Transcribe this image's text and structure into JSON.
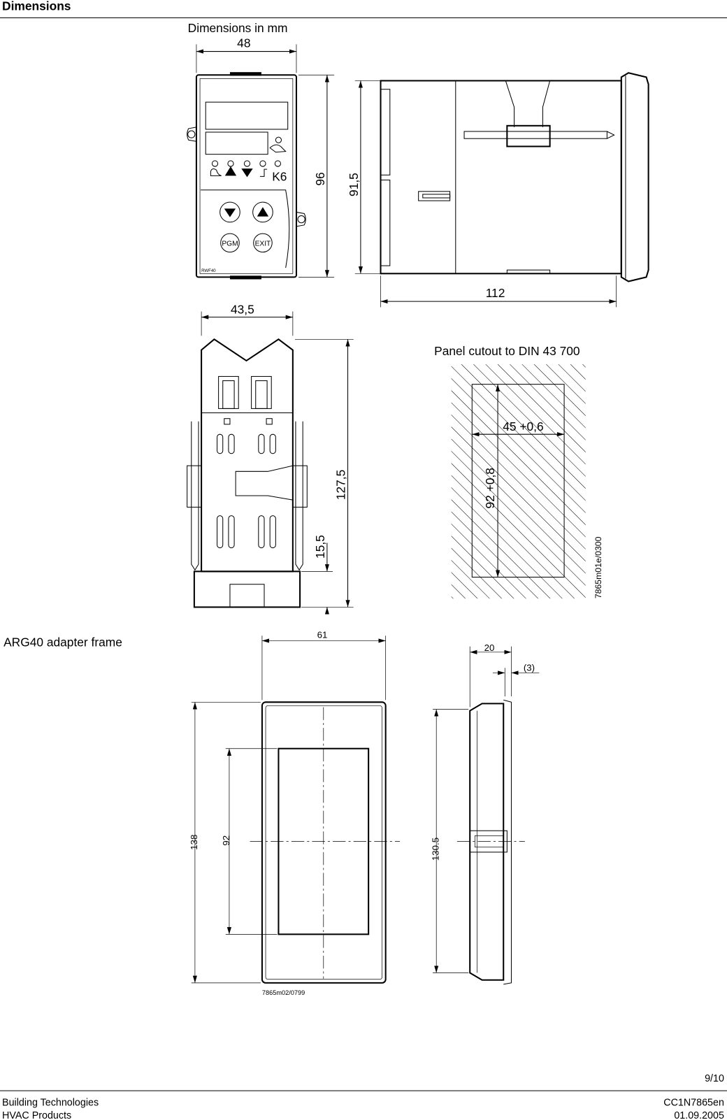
{
  "header": {
    "title": "Dimensions"
  },
  "section1": {
    "caption": "Dimensions in mm",
    "front_view": {
      "width_dim": "48",
      "height_dim": "96",
      "led_label": "K6",
      "model_label": "RWF40",
      "buttons": [
        {
          "label": "PGM"
        },
        {
          "label": "EXIT"
        }
      ],
      "icons": [
        "down-arrow-icon",
        "up-arrow-icon",
        "hand-icon"
      ]
    },
    "side_view": {
      "height_dim": "91,5",
      "depth_dim": "112"
    },
    "bottom_view": {
      "width_dim": "43,5",
      "depth_dim": "127,5",
      "front_dim": "15,5"
    },
    "panel_cutout": {
      "title": "Panel cutout to DIN 43 700",
      "width_dim": "45 +0,6",
      "height_dim": "92 +0,8",
      "drawing_ref": "7865m01e/0300"
    }
  },
  "section2": {
    "label": "ARG40 adapter frame",
    "front": {
      "width_dim": "61",
      "height_dim": "138",
      "inner_height_dim": "92",
      "drawing_ref": "7865m02/0799"
    },
    "side": {
      "depth_dim": "20",
      "lip_dim": "(3)",
      "height_dim": "130.5"
    }
  },
  "footer": {
    "page": "9/10",
    "left_line1": "Building Technologies",
    "left_line2": "HVAC Products",
    "right_line1": "CC1N7865en",
    "right_line2": "01.09.2005"
  }
}
